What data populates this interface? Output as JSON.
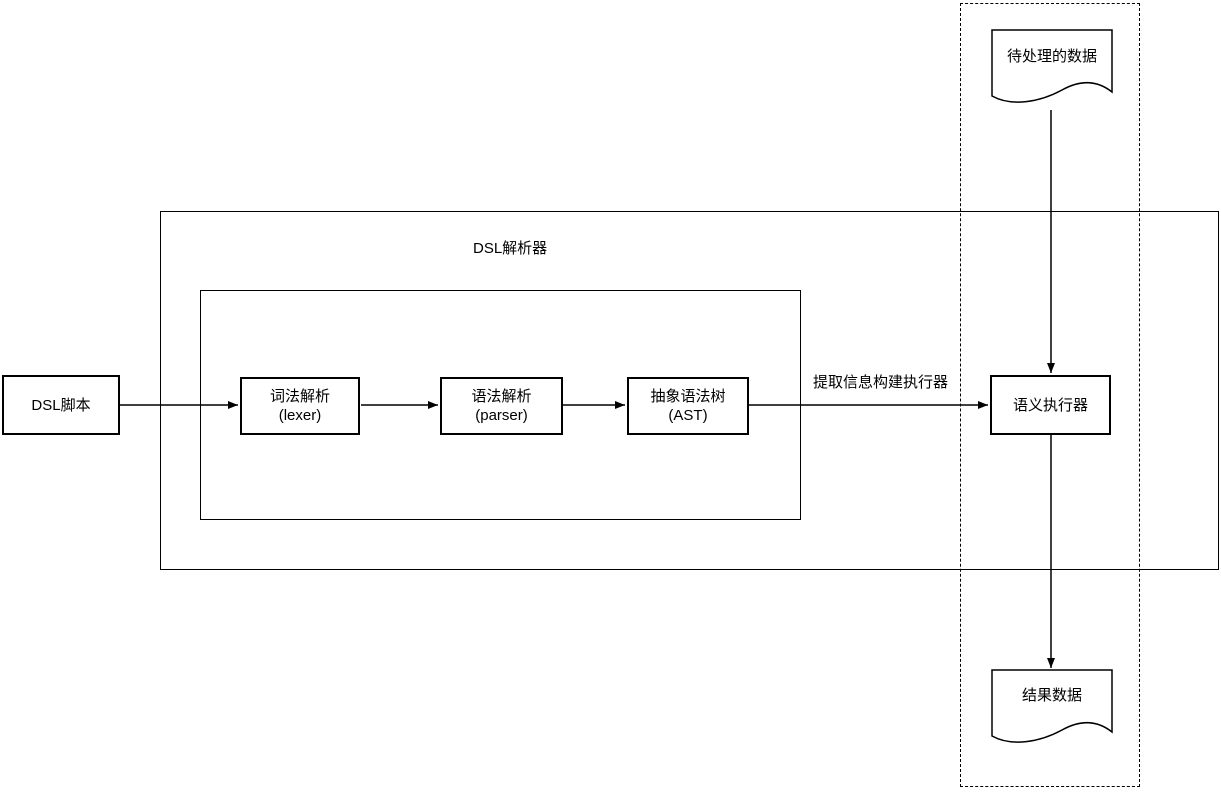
{
  "diagram": {
    "nodes": {
      "dsl_script": {
        "label": "DSL脚本"
      },
      "dsl_parser_group": {
        "label": "DSL解析器"
      },
      "lexer": {
        "line1": "词法解析",
        "line2": "(lexer)"
      },
      "parser": {
        "line1": "语法解析",
        "line2": "(parser)"
      },
      "ast": {
        "line1": "抽象语法树",
        "line2": "(AST)"
      },
      "semantic_executor": {
        "label": "语义执行器"
      },
      "input_data": {
        "label": "待处理的数据"
      },
      "result_data": {
        "label": "结果数据"
      }
    },
    "edge_labels": {
      "extract": "提取信息构建执行器"
    },
    "colors": {
      "stroke": "#000000",
      "fill": "#ffffff"
    }
  }
}
